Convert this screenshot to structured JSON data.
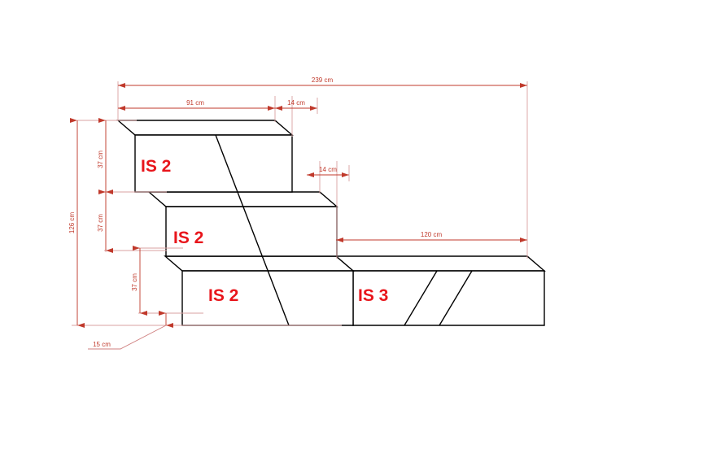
{
  "drawing": {
    "title": "Isometric stepped block assembly dimension drawing",
    "background_color": "#ffffff",
    "line_color": "#000000",
    "dimension_color": "#c0392b",
    "label_color": "#e8151b"
  },
  "blocks": [
    {
      "id": "block-top",
      "label": "IS 2"
    },
    {
      "id": "block-middle",
      "label": "IS 2"
    },
    {
      "id": "block-bottom",
      "label": "IS 2"
    },
    {
      "id": "block-right",
      "label": "IS 3"
    }
  ],
  "dimensions": {
    "overall_width": "239 cm",
    "top_width": "91 cm",
    "top_offset": "14 cm",
    "mid_offset": "14 cm",
    "right_width": "120 cm",
    "overall_height": "126 cm",
    "height_1": "37 cm",
    "height_2": "37 cm",
    "height_3": "37 cm",
    "base_height": "15 cm"
  }
}
